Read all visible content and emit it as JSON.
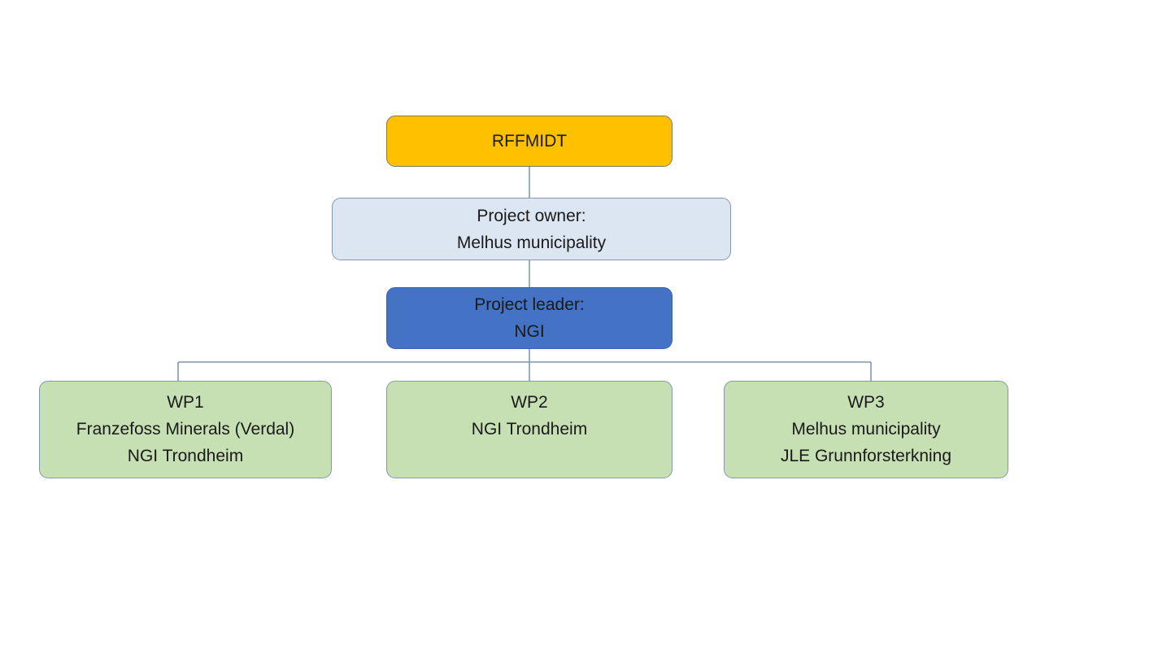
{
  "colors": {
    "background": "#FFFFFF",
    "connector": "#8496B0",
    "text": "#1A1A1A",
    "root_fill": "#FFC000",
    "root_border": "#7D7A5E",
    "owner_fill": "#DCE6F2",
    "owner_border": "#8496B0",
    "leader_fill": "#4472C4",
    "leader_border": "#3A62AE",
    "wp_fill": "#C6E0B4",
    "wp_border": "#8497B0"
  },
  "nodes": {
    "root": {
      "lines": [
        "RFFMIDT"
      ]
    },
    "owner": {
      "lines": [
        "Project owner:",
        "Melhus municipality"
      ]
    },
    "leader": {
      "lines": [
        "Project leader:",
        "NGI"
      ]
    },
    "wp1": {
      "lines": [
        "WP1",
        "Franzefoss Minerals (Verdal)",
        "NGI Trondheim"
      ]
    },
    "wp2": {
      "lines": [
        "WP2",
        "NGI Trondheim"
      ]
    },
    "wp3": {
      "lines": [
        "WP3",
        "Melhus municipality",
        "JLE Grunnforsterkning"
      ]
    }
  }
}
